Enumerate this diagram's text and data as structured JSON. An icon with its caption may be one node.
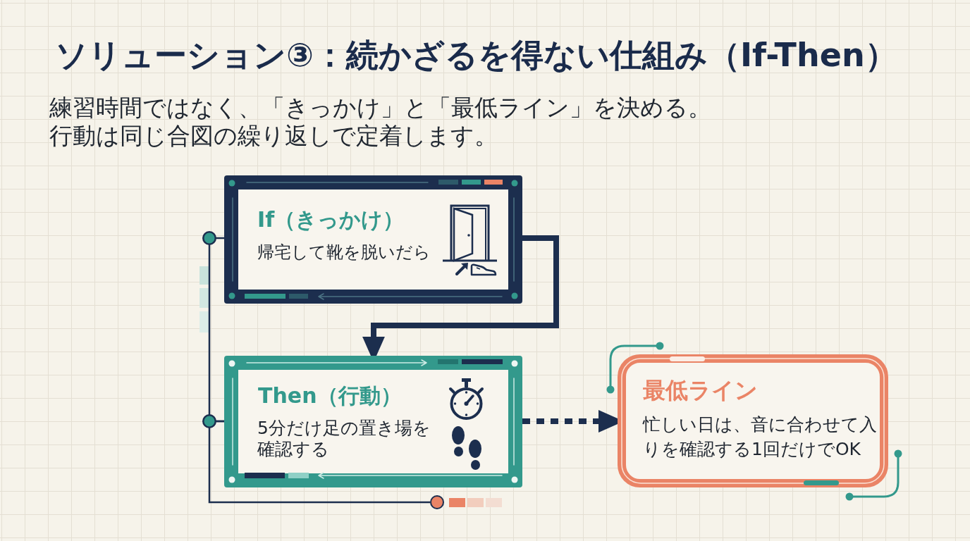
{
  "diagram": {
    "title": "ソリューション③：続かざるを得ない仕組み（If-Then）",
    "nodes": [
      {
        "text": [
          "If（きっかけ）",
          "帰宅して靴を脱いだら"
        ]
      },
      {
        "text": [
          "Then（行動）",
          "5分だけ足の置き場を確認する"
        ]
      },
      {
        "text": [
          "最低ライン",
          "忙しい日は、音に合わせて入りを確認する1回だけでOK"
        ]
      },
      {
        "text": [],
        "shape": "circle"
      }
    ],
    "edges": [
      {
        "from": 0,
        "to": 1,
        "arrow": "to",
        "style": "thick"
      },
      {
        "from": 1,
        "to": 2,
        "arrow": "to",
        "style": "dashed"
      },
      {
        "from": 0,
        "to": 1,
        "arrow": "none"
      },
      {
        "from": 1,
        "to": 3,
        "arrow": "none"
      }
    ],
    "labels": [
      "練習時間ではなく、「きっかけ」と「最低ライン」を決める。",
      "行動は同じ合図の繰り返しで定着します。"
    ]
  }
}
